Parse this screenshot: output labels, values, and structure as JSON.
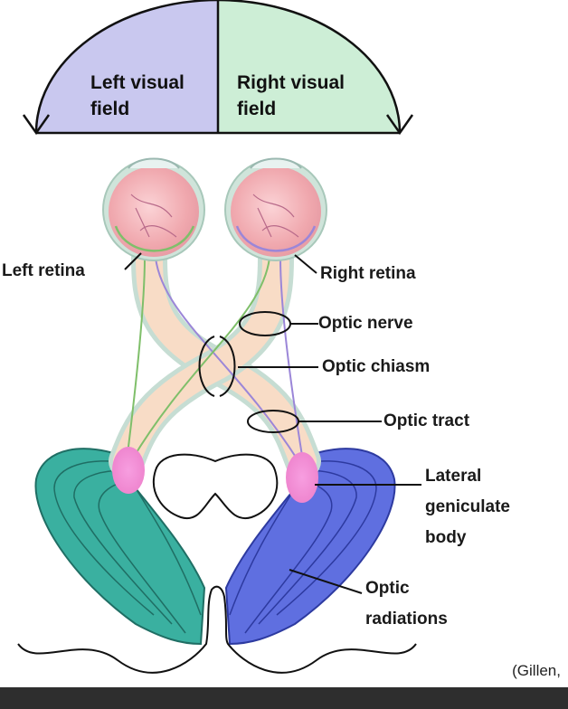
{
  "visual_fields": {
    "left": "Left visual field",
    "right": "Right visual field"
  },
  "labels": {
    "left_retina": "Left retina",
    "right_retina": "Right retina",
    "optic_nerve": "Optic nerve",
    "optic_chiasm": "Optic chiasm",
    "optic_tract": "Optic tract",
    "lateral_geniculate_body": "Lateral geniculate body",
    "optic_radiations": "Optic radiations"
  },
  "credit": "(Gillen,",
  "colors": {
    "left_field": "#c9c8ef",
    "right_field": "#cdeed6",
    "left_radiation": "#3ab0a0",
    "right_radiation": "#5f6fe0",
    "eyeball": "#f3b0b6",
    "lateral_geniculate": "#f27fd2",
    "nerve_sheath": "#c6ddd3",
    "nerve_core": "#f8dcc6"
  }
}
